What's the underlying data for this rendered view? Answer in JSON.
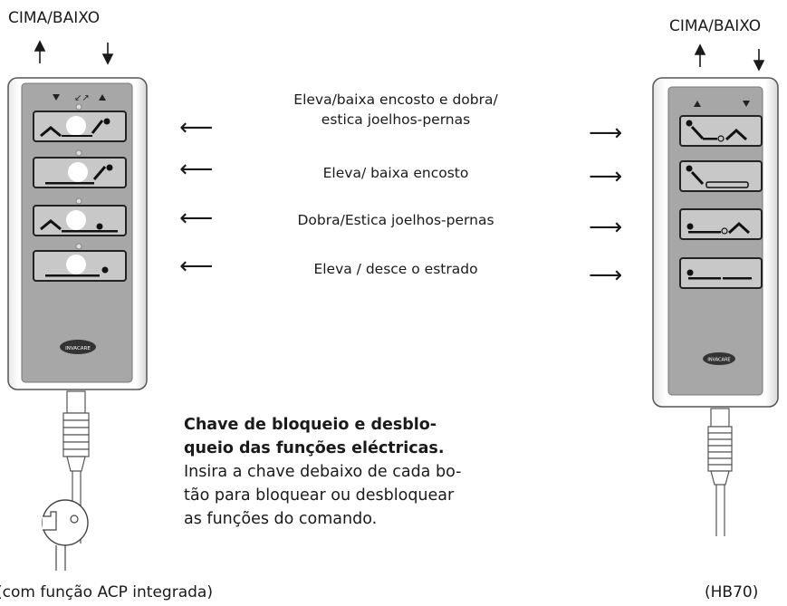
{
  "left_device": {
    "label": "CIMA/BAIXO",
    "caption": "(com função ACP integrada)",
    "logo": "INVACARE"
  },
  "right_device": {
    "label": "CIMA/BAIXO",
    "caption": "(HB70)",
    "logo": "INVACARE"
  },
  "functions": [
    {
      "text": "Eleva/baixa encosto e dobra/\nestica joelhos-pernas"
    },
    {
      "text": "Eleva/ baixa encosto"
    },
    {
      "text": "Dobra/Estica joelhos-pernas"
    },
    {
      "text": "Eleva / desce o estrado"
    }
  ],
  "lock_note": {
    "title": "Chave de bloqueio e desblo-\nqueio das funções eléctricas.",
    "body": "Insira a chave debaixo de cada bo-\ntão para bloquear ou desbloquear\nas funções do comando."
  },
  "icons": {
    "up": "arrow-up-icon",
    "down": "arrow-down-icon",
    "pointer_left": "arrow-left-icon",
    "pointer_right": "arrow-right-icon",
    "key": "key-icon"
  }
}
